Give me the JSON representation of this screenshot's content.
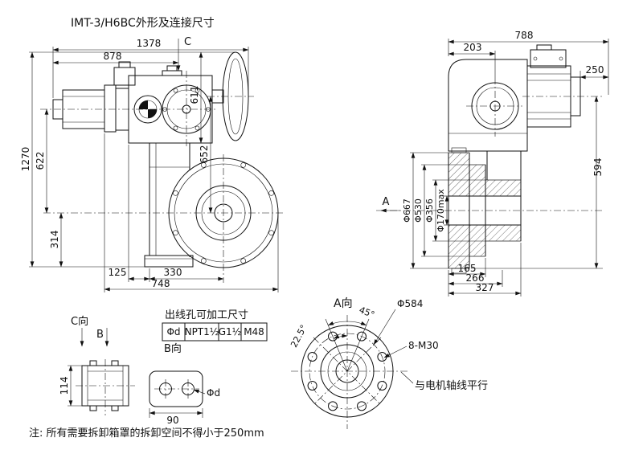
{
  "title": "IMT-3/H6BC外形及连接尺寸",
  "note": "注: 所有需要拆卸箱罩的拆卸空间不得小于250mm",
  "front_view": {
    "section_label": "C",
    "dim_1378": "1378",
    "dim_878": "878",
    "dim_611": "611",
    "dim_652": "652",
    "dim_1270": "1270",
    "dim_622": "622",
    "dim_314": "314",
    "dim_125": "125",
    "dim_330": "330",
    "dim_748": "748"
  },
  "side_view": {
    "view_label": "A",
    "dim_788": "788",
    "dim_203": "203",
    "dim_250": "250",
    "dim_594": "594",
    "dim_667": "Φ667",
    "dim_530": "Φ530",
    "dim_356": "Φ356",
    "dim_170": "Φ170max",
    "dim_165": "165",
    "dim_266": "266",
    "dim_327": "327"
  },
  "view_a": {
    "label": "A向",
    "dim_584": "Φ584",
    "bolt_spec": "8-M30",
    "angle_45": "45°",
    "angle_225": "22.5°",
    "axis_note": "与电机轴线平行"
  },
  "view_c": {
    "label": "C向",
    "dir_label": "B",
    "dim_114": "114"
  },
  "view_b": {
    "label": "B向",
    "hole_label": "Φd",
    "dim_90": "90"
  },
  "outlet_table": {
    "title": "出线孔可加工尺寸",
    "cells": [
      "Φd",
      "NPT1½",
      "G1½",
      "M48"
    ]
  }
}
